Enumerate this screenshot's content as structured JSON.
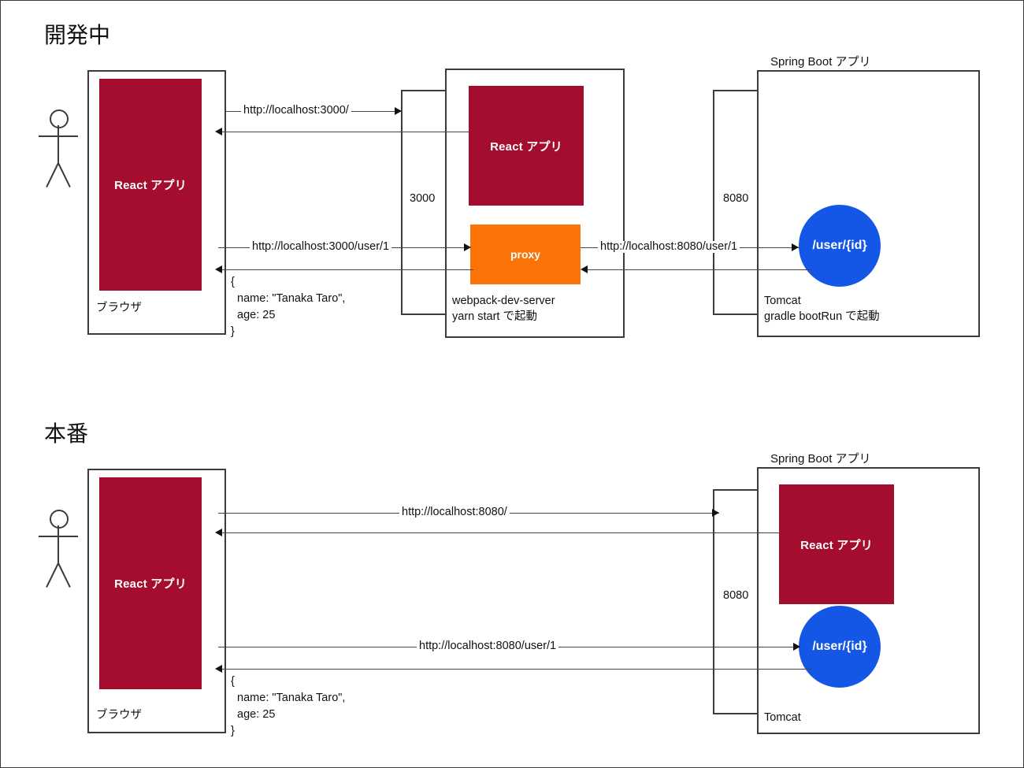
{
  "sections": [
    {
      "id": "dev",
      "title": "開発中"
    },
    {
      "id": "prod",
      "title": "本番"
    }
  ],
  "dev": {
    "section_title": "開発中",
    "actor": "user-stick-figure",
    "browser": {
      "caption": "ブラウザ",
      "app_label": "React アプリ"
    },
    "port_3000": "3000",
    "port_8080": "8080",
    "devserver": {
      "app_label": "React アプリ",
      "proxy_label": "proxy",
      "caption_line1": "webpack-dev-server",
      "caption_line2": "yarn start で起動"
    },
    "springboot": {
      "title": "Spring Boot アプリ",
      "endpoint_label": "/user/{id}",
      "caption_line1": "Tomcat",
      "caption_line2": "gradle bootRun で起動"
    },
    "arrows": [
      {
        "name": "browser-to-devserver-root",
        "label": "http://localhost:3000/"
      },
      {
        "name": "devserver-to-browser-root",
        "label": ""
      },
      {
        "name": "browser-to-proxy-user",
        "label": "http://localhost:3000/user/1"
      },
      {
        "name": "proxy-to-springboot-user",
        "label": "http://localhost:8080/user/1"
      },
      {
        "name": "springboot-to-proxy-response",
        "label": ""
      },
      {
        "name": "proxy-to-browser-response",
        "label": ""
      }
    ],
    "response_json": "{\n  name: \"Tanaka Taro\",\n  age: 25\n}"
  },
  "prod": {
    "section_title": "本番",
    "actor": "user-stick-figure",
    "browser": {
      "caption": "ブラウザ",
      "app_label": "React アプリ"
    },
    "port_8080": "8080",
    "springboot": {
      "title": "Spring Boot アプリ",
      "app_label": "React アプリ",
      "endpoint_label": "/user/{id}",
      "caption_line1": "Tomcat"
    },
    "arrows": [
      {
        "name": "browser-to-springboot-root",
        "label": "http://localhost:8080/"
      },
      {
        "name": "springboot-to-browser-root",
        "label": ""
      },
      {
        "name": "browser-to-springboot-user",
        "label": "http://localhost:8080/user/1"
      },
      {
        "name": "springboot-to-browser-response",
        "label": ""
      }
    ],
    "response_json": "{\n  name: \"Tanaka Taro\",\n  age: 25\n}"
  },
  "colors": {
    "react_red": "#A50D2E",
    "proxy_orange": "#F97306",
    "endpoint_blue": "#1457E6",
    "stroke": "#3b3b3b",
    "line": "#454545",
    "text": "#111111",
    "background": "#ffffff"
  }
}
